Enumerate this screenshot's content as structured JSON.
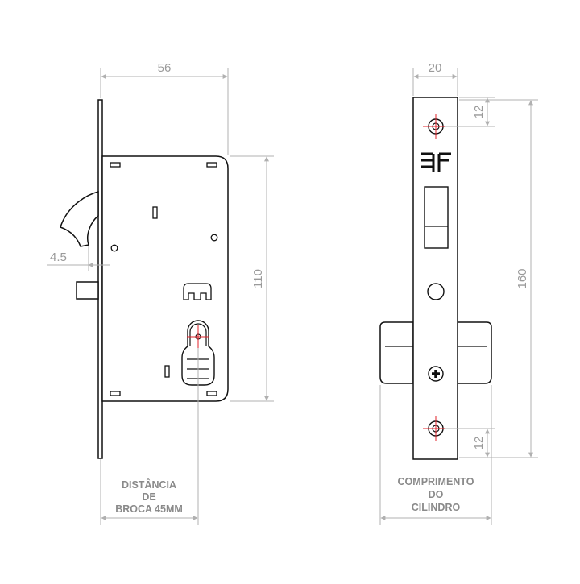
{
  "colors": {
    "line": "#111111",
    "dimension": "#b0b0b0",
    "dimension_text": "#9a9a9a",
    "crosshair": "#e0202a",
    "fill": "#ffffff"
  },
  "side_view": {
    "dim_width": "56",
    "dim_height": "110",
    "dim_offset": "4.5",
    "caption": [
      "DISTÂNCIA",
      "DE",
      "BROCA 45MM"
    ]
  },
  "front_view": {
    "dim_width": "20",
    "dim_top_hole": "12",
    "dim_total_height": "160",
    "dim_bottom_hole": "12",
    "caption": [
      "COMPRIMENTO",
      "DO",
      "CILINDRO"
    ],
    "logo_icon": "brand-mark-icon"
  }
}
